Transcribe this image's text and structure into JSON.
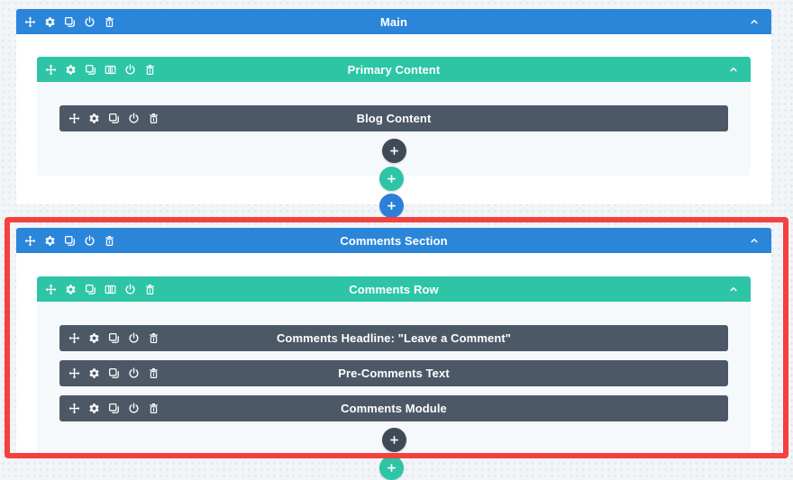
{
  "colors": {
    "section_bar": "#2b86da",
    "row_bar": "#2dc5a6",
    "module_bar": "#4c5866",
    "add_module_button": "#3f4a58",
    "add_row_button": "#2dc5a6",
    "add_section_button": "#2b80da",
    "highlight_border": "#f4403f",
    "page_background": "#f2f5f8"
  },
  "icons": {
    "toolbar_section": [
      "move-icon",
      "settings-icon",
      "duplicate-icon",
      "disable-icon",
      "delete-icon"
    ],
    "toolbar_row": [
      "move-icon",
      "settings-icon",
      "duplicate-icon",
      "column-structure-icon",
      "disable-icon",
      "delete-icon"
    ],
    "toolbar_module": [
      "move-icon",
      "settings-icon",
      "duplicate-icon",
      "disable-icon",
      "delete-icon"
    ],
    "collapse": "chevron-up-icon",
    "add": "plus-icon"
  },
  "sections": [
    {
      "title": "Main",
      "highlighted": false,
      "rows": [
        {
          "title": "Primary Content",
          "modules": [
            {
              "title": "Blog Content"
            }
          ]
        }
      ]
    },
    {
      "title": "Comments Section",
      "highlighted": true,
      "rows": [
        {
          "title": "Comments Row",
          "modules": [
            {
              "title": "Comments Headline: \"Leave a Comment\""
            },
            {
              "title": "Pre-Comments Text"
            },
            {
              "title": "Comments Module"
            }
          ]
        }
      ]
    }
  ],
  "add_buttons": {
    "after_blog_module": "+",
    "after_primary_row": "+",
    "after_main_section": "+",
    "after_comments_modules": "+",
    "after_comments_row": "+"
  },
  "annotation": {
    "type": "highlight-box",
    "color": "#f4403f"
  }
}
